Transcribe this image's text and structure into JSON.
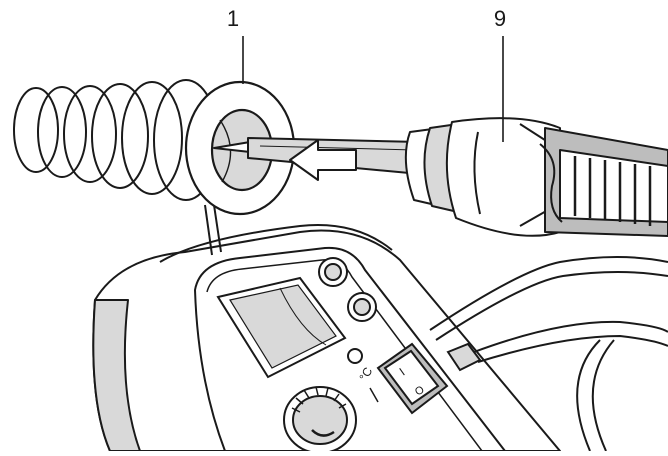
{
  "callouts": [
    {
      "label": "1"
    },
    {
      "label": "9"
    }
  ],
  "power_switch": {
    "off_symbol": "O",
    "on_symbol": "I"
  },
  "dial_symbol": "°C",
  "colors": {
    "line": "#1a1a1a",
    "fill": "#ffffff",
    "shade": "#d9d9d9",
    "dark_shade": "#bdbdbd"
  }
}
